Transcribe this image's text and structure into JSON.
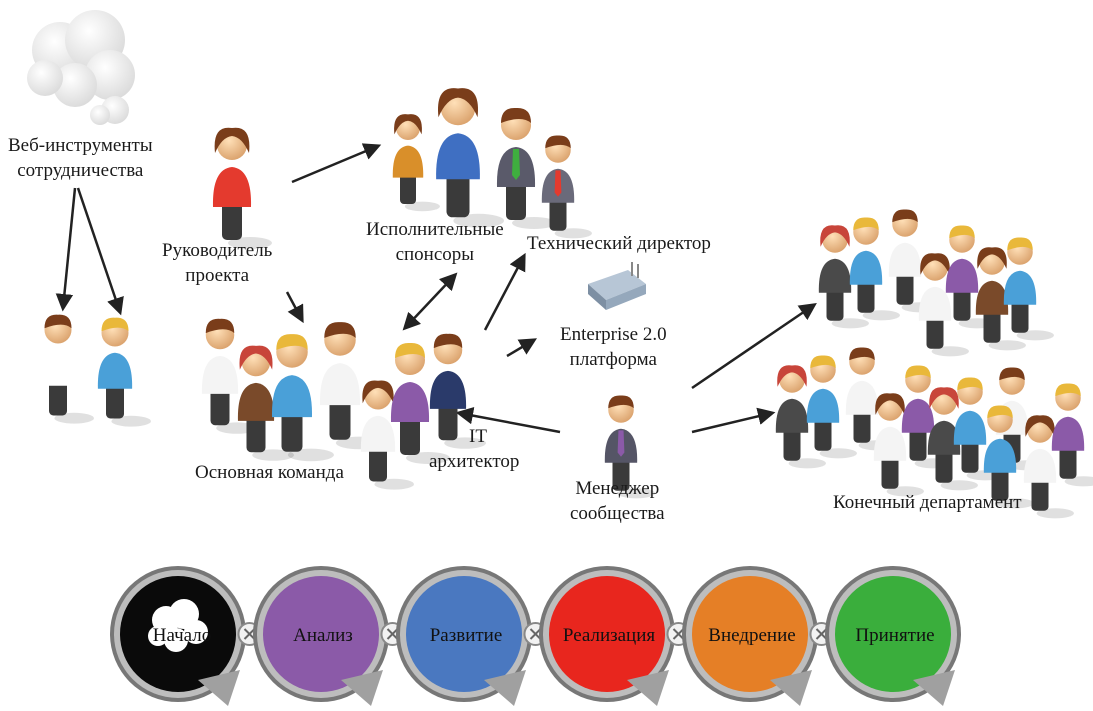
{
  "labels": {
    "web_tools": [
      "Веб-инструменты",
      "сотрудничества"
    ],
    "project_manager": [
      "Руководитель",
      "проекта"
    ],
    "exec_sponsors": [
      "Исполнительные",
      "спонсоры"
    ],
    "tech_director": "Технический директор",
    "platform": [
      "Enterprise 2.0",
      "платформа"
    ],
    "core_team": "Основная команда",
    "it_architect": [
      "IT",
      "архитектор"
    ],
    "community_manager": [
      "Менеджер",
      "сообщества"
    ],
    "end_department": "Конечный департамент"
  },
  "stages": [
    {
      "label": "Начало",
      "color": "#0a0a0a"
    },
    {
      "label": "Анализ",
      "color": "#8b5aa8"
    },
    {
      "label": "Развитие",
      "color": "#4a78c0"
    },
    {
      "label": "Реализация",
      "color": "#e8261e"
    },
    {
      "label": "Внедрение",
      "color": "#e57f26"
    },
    {
      "label": "Принятие",
      "color": "#3aae3c"
    }
  ],
  "colors": {
    "skin": "#f2c28e",
    "hair_brown": "#7a3d1a",
    "hair_blond": "#e9b83a",
    "hair_red": "#c8453a",
    "cloud": "#e6e6e6",
    "arrow": "#222222"
  },
  "icons": [
    "cloud-icon",
    "person-icon",
    "router-icon",
    "close-icon",
    "triangle-icon"
  ]
}
